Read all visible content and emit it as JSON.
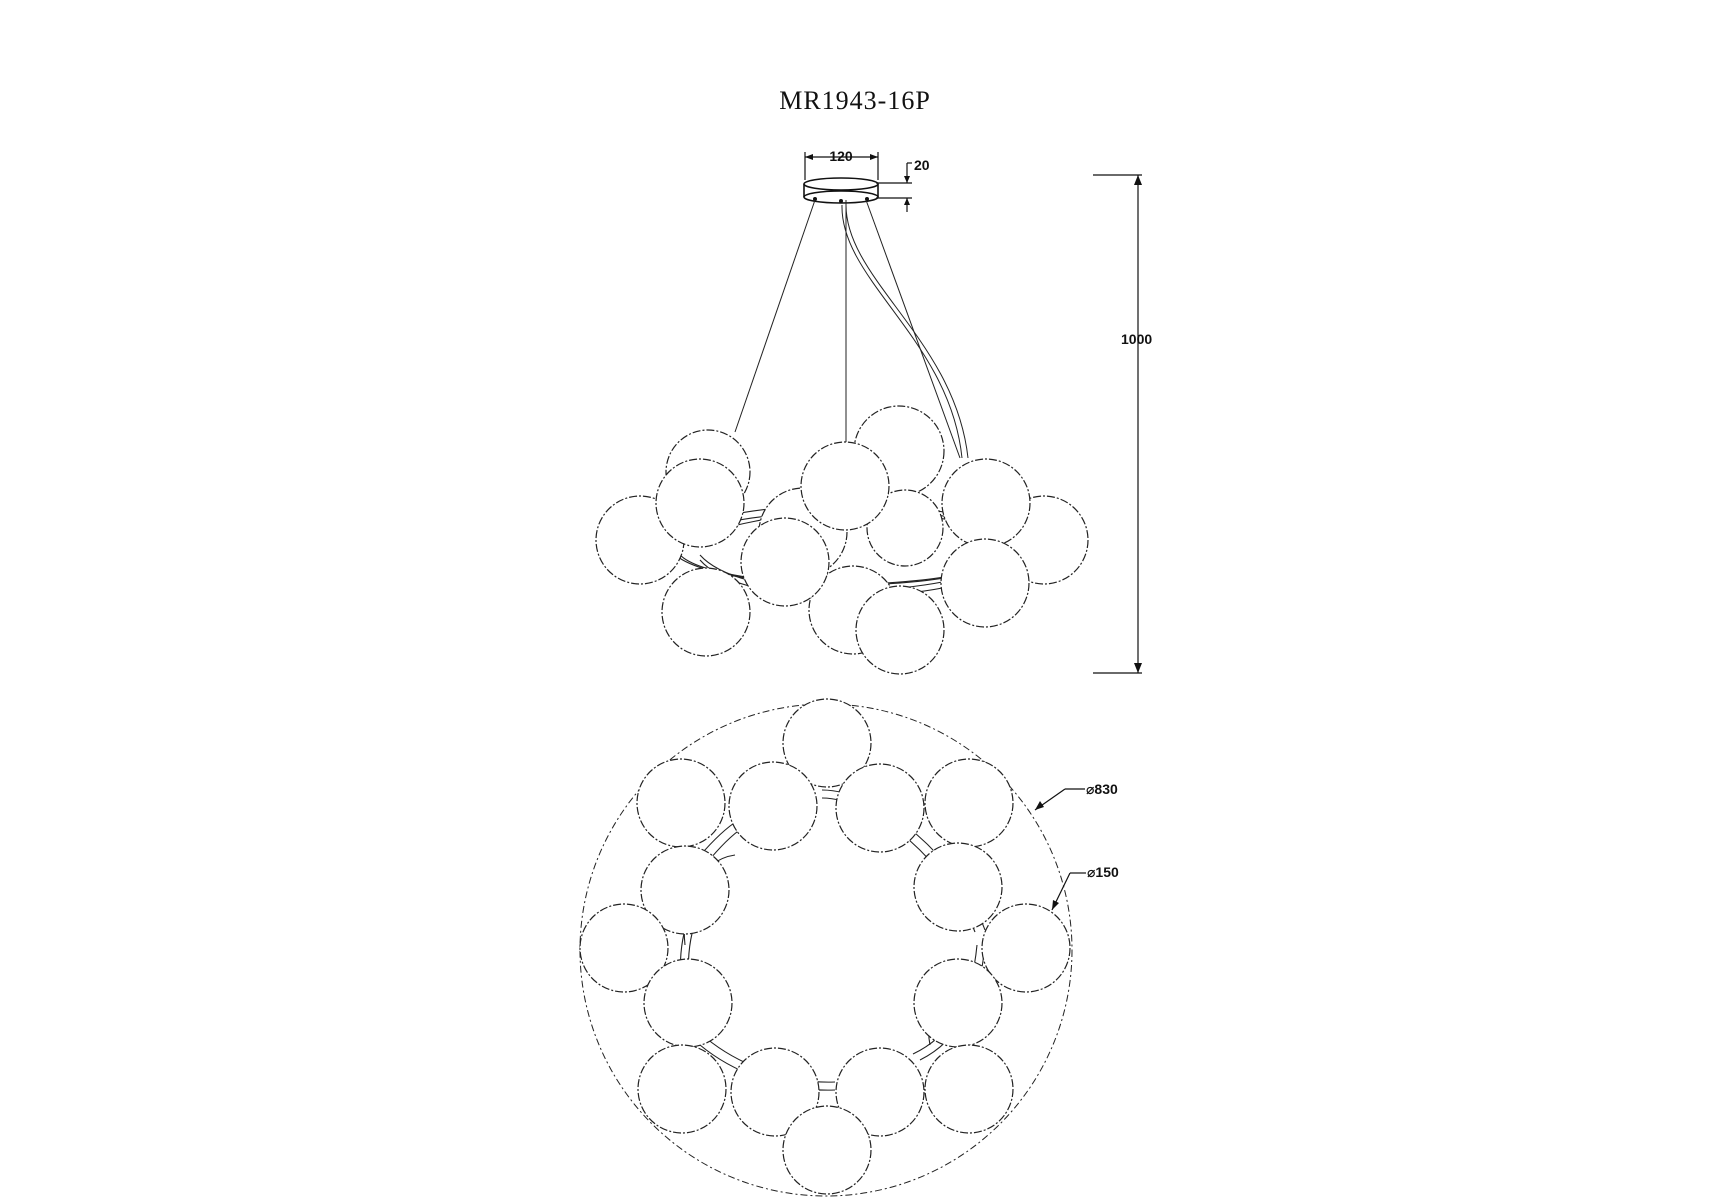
{
  "title": "MR1943-16P",
  "dimensions": {
    "canopy_width": "120",
    "canopy_height": "20",
    "total_height": "1000",
    "outer_diameter": "⌀830",
    "globe_diameter": "⌀150"
  }
}
